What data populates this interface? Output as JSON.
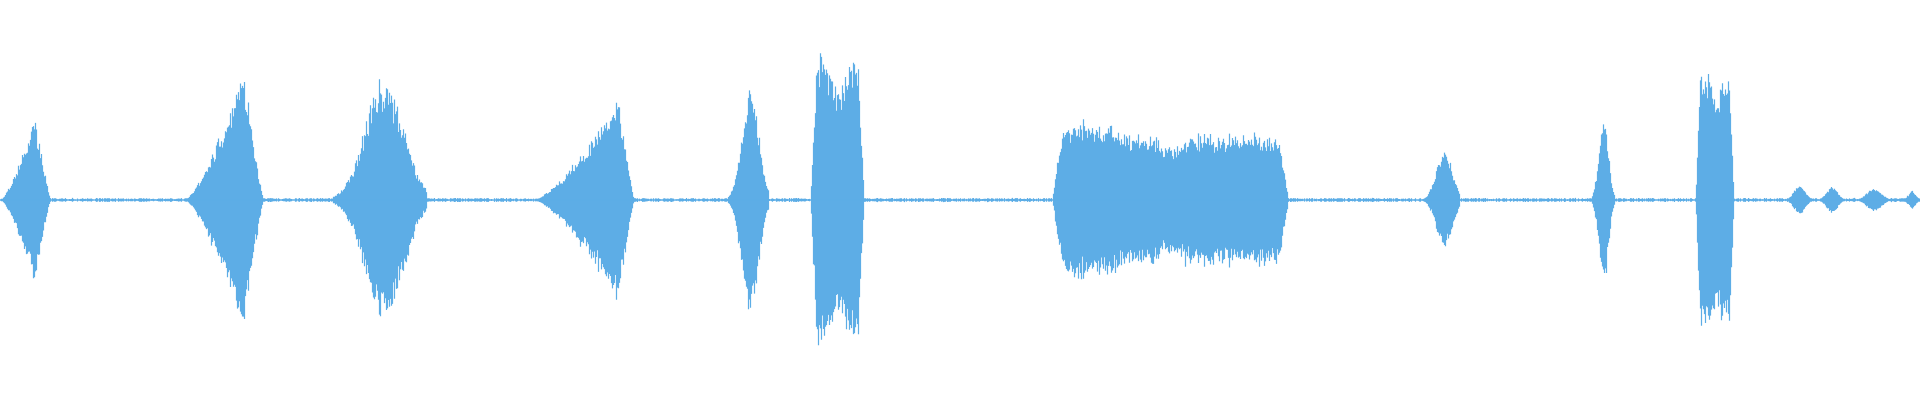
{
  "waveform": {
    "color": "#5dade6",
    "background": "#ffffff",
    "duration_units": 1,
    "note": "",
    "bursts": [
      {
        "start": 0.0,
        "end": 0.026,
        "peak": 0.53,
        "peak_pos": 0.7,
        "shape": "rise"
      },
      {
        "start": 0.096,
        "end": 0.137,
        "peak": 0.82,
        "peak_pos": 0.75,
        "shape": "rise"
      },
      {
        "start": 0.173,
        "end": 0.222,
        "peak": 0.72,
        "peak_pos": 0.55,
        "shape": "bell"
      },
      {
        "start": 0.278,
        "end": 0.33,
        "peak": 0.64,
        "peak_pos": 0.85,
        "shape": "rise"
      },
      {
        "start": 0.379,
        "end": 0.4,
        "peak": 0.71,
        "peak_pos": 0.55,
        "shape": "bell"
      },
      {
        "start": 0.422,
        "end": 0.45,
        "peak": 0.9,
        "peak_pos": 0.4,
        "shape": "flat"
      },
      {
        "start": 0.548,
        "end": 0.671,
        "peak": 0.48,
        "peak_pos": 0.15,
        "shape": "plateau"
      },
      {
        "start": 0.74,
        "end": 0.76,
        "peak": 0.3,
        "peak_pos": 0.6,
        "shape": "bell"
      },
      {
        "start": 0.829,
        "end": 0.841,
        "peak": 0.52,
        "peak_pos": 0.5,
        "shape": "bell"
      },
      {
        "start": 0.883,
        "end": 0.903,
        "peak": 0.82,
        "peak_pos": 0.5,
        "shape": "flat"
      },
      {
        "start": 0.93,
        "end": 0.944,
        "peak": 0.09,
        "peak_pos": 0.5,
        "shape": "bell"
      },
      {
        "start": 0.947,
        "end": 0.961,
        "peak": 0.08,
        "peak_pos": 0.5,
        "shape": "bell"
      },
      {
        "start": 0.966,
        "end": 0.984,
        "peak": 0.07,
        "peak_pos": 0.55,
        "shape": "bell"
      },
      {
        "start": 0.99,
        "end": 1.0,
        "peak": 0.06,
        "peak_pos": 0.6,
        "shape": "rise"
      }
    ],
    "noise_floor": 0.008
  }
}
